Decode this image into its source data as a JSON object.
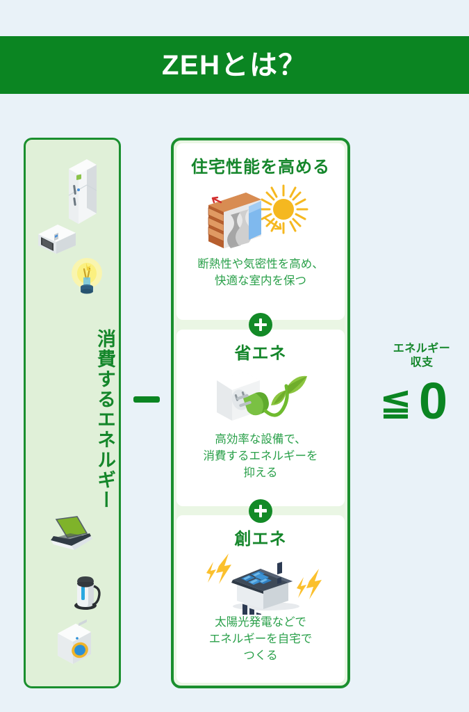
{
  "header": {
    "title": "ZEHとは？",
    "bg_color": "#0b8522",
    "text_color": "#ffffff"
  },
  "page": {
    "background_color": "#e9f2f8",
    "accent_green": "#0b8522",
    "light_green": "#e0f0d8"
  },
  "left_panel": {
    "vertical_label": "消費するエネルギー",
    "icons": [
      {
        "name": "refrigerator-icon",
        "label": "冷蔵庫"
      },
      {
        "name": "microwave-icon",
        "label": "電子レンジ"
      },
      {
        "name": "lightbulb-icon",
        "label": "照明"
      },
      {
        "name": "laptop-icon",
        "label": "ノートパソコン"
      },
      {
        "name": "kettle-icon",
        "label": "電気ケトル"
      },
      {
        "name": "washing-machine-icon",
        "label": "洗濯機"
      }
    ]
  },
  "operator": {
    "minus": "−"
  },
  "cards": [
    {
      "title": "住宅性能を高める",
      "description": "断熱性や気密性を高め、\n快適な室内を保つ",
      "desc_line1": "断熱性や気密性を高め、",
      "desc_line2": "快適な室内を保つ",
      "icon": "insulated-wall-sun-icon"
    },
    {
      "title": "省エネ",
      "description": "高効率な設備で、\n消費するエネルギーを\n抑える",
      "desc_line1": "高効率な設備で、",
      "desc_line2": "消費するエネルギーを",
      "desc_line3": "抑える",
      "icon": "eco-plug-leaf-icon"
    },
    {
      "title": "創エネ",
      "description": "太陽光発電などで\nエネルギーを自宅で\nつくる",
      "desc_line1": "太陽光発電などで",
      "desc_line2": "エネルギーを自宅で",
      "desc_line3": "つくる",
      "icon": "solar-house-icon"
    }
  ],
  "dividers": [
    {
      "symbol": "+"
    },
    {
      "symbol": "+"
    }
  ],
  "result": {
    "label_line1": "エネルギー",
    "label_line2": "収支",
    "comparator": "≦",
    "value": "0"
  }
}
